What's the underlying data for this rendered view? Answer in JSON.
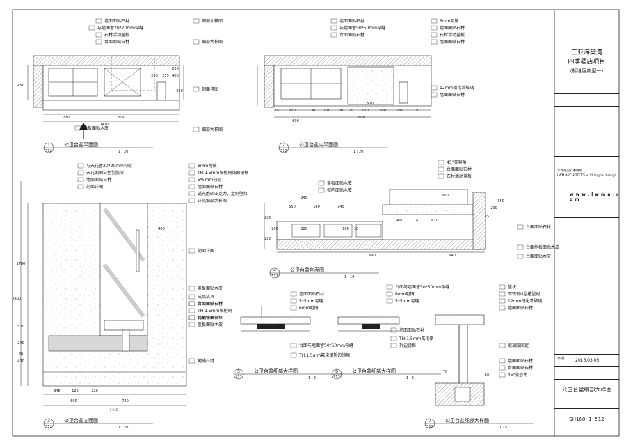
{
  "sheet": {
    "project_line1": "三亚海棠湾",
    "project_line2": "四季酒店项目",
    "project_line3": "（标准层房型一）",
    "firm_cn": "李瑋珉設計事務所",
    "firm_en": "LWM ARCHITECTS + Shanghai Yuan Ji",
    "website": "w w w . l w m a . c o m",
    "date_label": "日期",
    "date": "2016.03.03",
    "drawing_title": "公卫台盆细部大样图",
    "drawing_no": "SH160 -1- 512"
  },
  "views": [
    {
      "no": "1",
      "sheet": "512",
      "title": "公卫台盆平面图",
      "scale": "1 : 20"
    },
    {
      "no": "2",
      "sheet": "512",
      "title": "公卫台盆内平面图",
      "scale": "1 : 20"
    },
    {
      "no": "3",
      "sheet": "512",
      "title": "公卫台盆立面图",
      "scale": "1 : 20"
    },
    {
      "no": "4",
      "sheet": "512",
      "title": "公卫台盆剖面图",
      "scale": "1 : 10"
    },
    {
      "no": "5",
      "sheet": "512",
      "title": "公卫台盆细部大样图",
      "scale": "1 : 5"
    },
    {
      "no": "6",
      "sheet": "512",
      "title": "公卫台盆细部大样图",
      "scale": "1 : 5"
    },
    {
      "no": "7",
      "sheet": "512",
      "title": "公卫台盆细部大样图",
      "scale": "1 : 5"
    }
  ],
  "notes": {
    "v1": [
      "墙面面贴石材",
      "与墙面留20*20mm勾缝",
      "细部大样图",
      "台面面贴石材",
      "石材活动盖板",
      "细部大样图",
      "剖面详图",
      "盖板面贴木皮",
      "细部大样图"
    ],
    "v2": [
      "墙面面贴石材",
      "6mm明镜",
      "与墙面留50*50mm勾缝",
      "台面面贴石材",
      "墙面面贴石材",
      "石材活动盖板",
      "墙面面贴石材",
      "12mm钢化清玻璃",
      "墙面面贴石材"
    ],
    "v3": [
      "与天花留20*20mm勾缝",
      "天花面刷白色乳胶漆",
      "墙面面贴石材",
      "剖面详图",
      "6mm明镜",
      "TH:1.5mm氟化钢饰面镜框",
      "5*5mm勾缝",
      "墙面面贴石材",
      "透光磨砂亚克力，定制壁灯",
      "详见细部大样图",
      "剖面详图",
      "盖板面贴木皮",
      "成品洁具",
      "台面面贴石材",
      "TH:1.5mm氟化钢",
      "饰面镜框",
      "台面面贴石材",
      "化钢饰面镜框",
      "盖板面贴木皮",
      "地铺石材"
    ],
    "v4": [
      "45°美容角",
      "台面面贴石材",
      "盖板面贴木皮",
      "柜内面贴木皮",
      "石材活动盖板",
      "台面面贴石材",
      "台面侧板面贴木皮",
      "台面面贴木皮"
    ],
    "v5": [
      "墙面面贴石材",
      "5*5mm勾缝",
      "6mm明镜",
      "台面与墙面留50*50mm勾缝",
      "TH:1.5mm氟化钢折边镜框"
    ],
    "v6": [
      "台面与墙面留50*50mm勾缝",
      "6mm明镜",
      "5*5mm勾缝",
      "墙面面贴石材",
      "TH:1.5mm氟化钢",
      "折边镜框"
    ],
    "v7": [
      "垫块",
      "不锈钢U型槽型材",
      "12mm钢化清玻璃",
      "墙面面贴石材",
      "玻璃胶固定",
      "墙面面贴石材",
      "台面面贴石材",
      "45°美容角"
    ]
  },
  "dims": {
    "v1": [
      "450",
      "720",
      "600",
      "1410",
      "250",
      "255",
      "480",
      "200",
      "340"
    ],
    "v2": [
      "690",
      "600",
      "15",
      "320",
      "30",
      "170",
      "30",
      "75",
      "120",
      "580",
      "150",
      "30",
      "570"
    ],
    "v3": [
      "1780",
      "2400",
      "240",
      "570",
      "430",
      "20",
      "400",
      "345",
      "125",
      "220",
      "690",
      "720",
      "1410"
    ],
    "v4": [
      "345",
      "550",
      "140",
      "145",
      "200",
      "200",
      "320",
      "160",
      "10",
      "220",
      "400",
      "20",
      "690",
      "640",
      "600",
      "350",
      "200",
      "15",
      "610"
    ],
    "v7": [
      "70",
      "18"
    ]
  }
}
